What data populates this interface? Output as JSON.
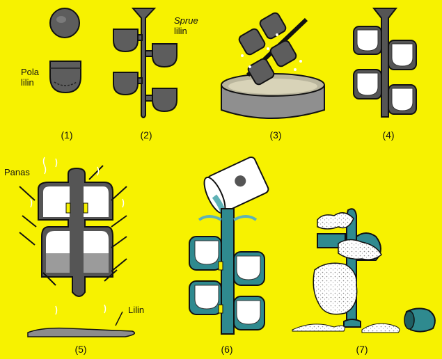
{
  "colors": {
    "background": "#f7f200",
    "wax": "#555555",
    "shell": "#ffffff",
    "metal": "#2f8a8f",
    "sand": "#b9b59d"
  },
  "labels": {
    "pattern_line1": "Pola",
    "pattern_line2": "lilin",
    "sprue_line1": "Sprue",
    "sprue_line2": "lilin",
    "heat": "Panas",
    "wax": "Lilin"
  },
  "steps": [
    "(1)",
    "(2)",
    "(3)",
    "(4)",
    "(5)",
    "(6)",
    "(7)"
  ]
}
